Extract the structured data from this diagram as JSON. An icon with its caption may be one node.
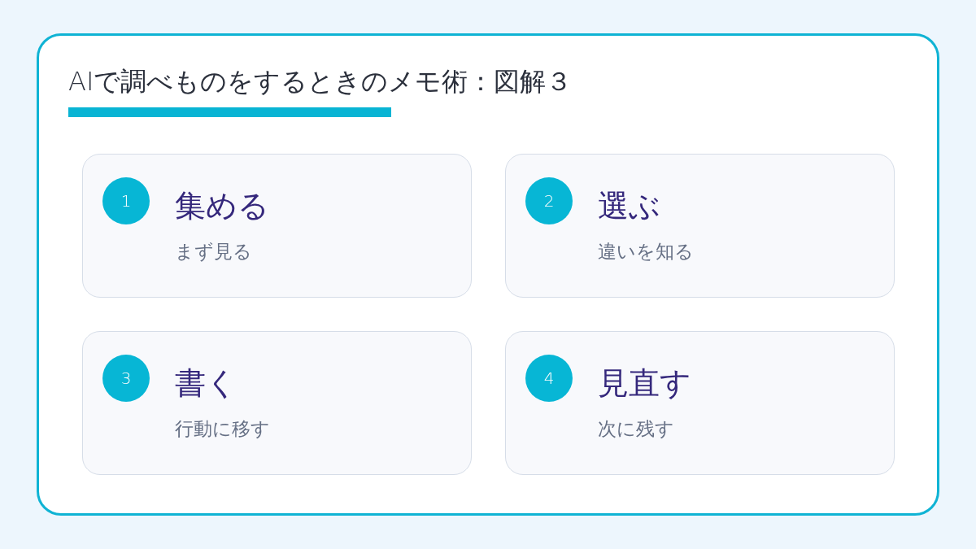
{
  "diagram": {
    "title": "AIで調べものをするときのメモ術：図解３",
    "nodes": [
      {
        "text": [
          "集める",
          "まず見る"
        ]
      },
      {
        "text": [
          "1"
        ],
        "in": 0
      },
      {
        "text": [
          "選ぶ",
          "違いを知る"
        ]
      },
      {
        "text": [
          "2"
        ],
        "in": 2
      },
      {
        "text": [
          "書く",
          "行動に移す"
        ]
      },
      {
        "text": [
          "3"
        ],
        "in": 4
      },
      {
        "text": [
          "見直す",
          "次に残す"
        ]
      },
      {
        "text": [
          "4"
        ],
        "in": 6
      }
    ],
    "edges": []
  }
}
